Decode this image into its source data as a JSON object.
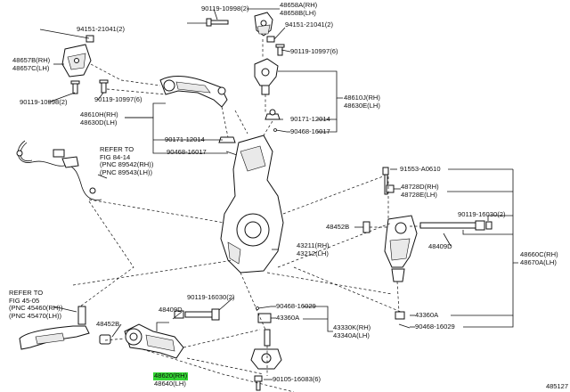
{
  "labels": {
    "l_90119_10998_top": "90119-10998(2)",
    "l_48658": "48658A(RH)\n48658B(LH)",
    "l_94151_left": "94151-21041(2)",
    "l_94151_right": "94151-21041(2)",
    "l_48657": "48657B(RH)\n48657C(LH)",
    "l_90119_10997": "90119-10997(6)",
    "l_90119_10998_left": "90119-10998(2)",
    "l_90119_10997_left": "90119-10997(6)",
    "l_48610": "48610H(RH)\n48630D(LH)",
    "l_48610J": "48610J(RH)\n48630E(LH)",
    "l_90171_right": "90171-12014",
    "l_90468_right": "90468-16017",
    "l_90171_left": "90171-12014",
    "l_90468_left": "90468-16017",
    "l_refer1": "REFER TO\nFIG 84-14\n(PNC 89542(RH))\n(PNC 89543(LH))",
    "l_91553": "91553-A0610",
    "l_48728": "48728D(RH)\n48728E(LH)",
    "l_90119_16030_right": "90119-16030(2)",
    "l_48452B_right": "48452B",
    "l_48409D_right": "48409D",
    "l_43211": "43211(RH)\n43212(LH)",
    "l_48660": "48660C(RH)\n48670A(LH)",
    "l_refer2": "REFER TO\nFIG 45-05\n(PNC 45460(RH))\n(PNC 45470(LH))",
    "l_90119_16030_mid": "90119-16030(2)",
    "l_48409D_mid": "48409D",
    "l_90468_16029_mid": "90468-16029",
    "l_43360A_mid": "43360A",
    "l_48452B_left": "48452B",
    "l_43330": "43330K(RH)\n43340A(LH)",
    "l_43360A_right": "43360A",
    "l_90468_16029_right": "90468-16029",
    "l_48620_rh": "48620(RH)",
    "l_48640_lh": "48640(LH)",
    "l_90105": "90105-16083(6)"
  },
  "corner_code": "485127"
}
